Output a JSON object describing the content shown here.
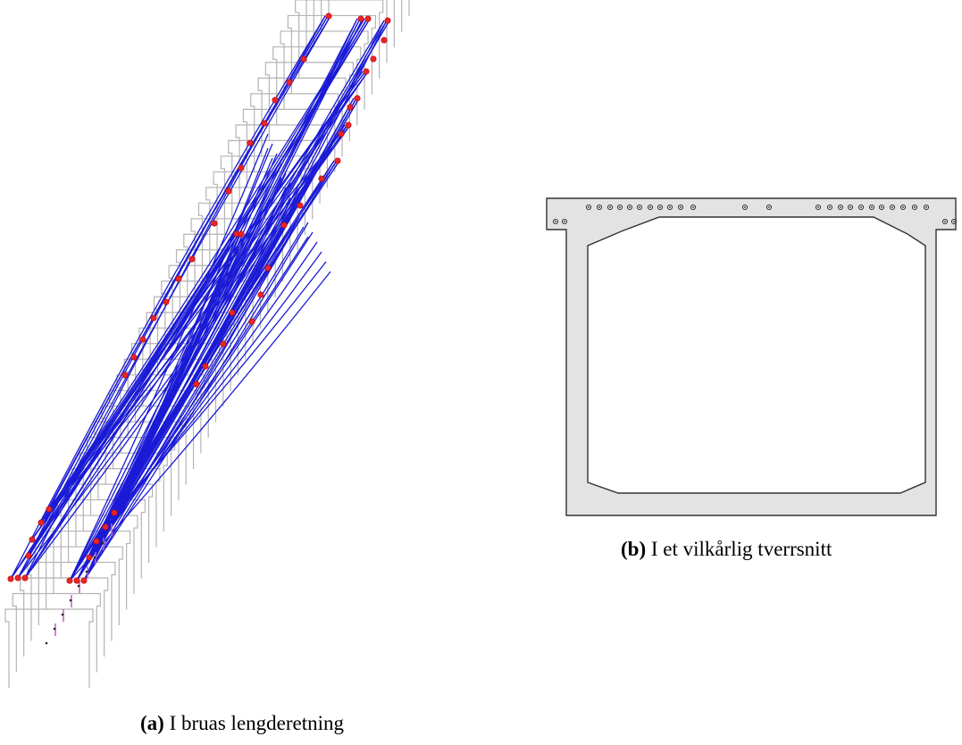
{
  "figure_a": {
    "caption_label": "(a)",
    "caption_text": " I bruas lengderetning",
    "colors": {
      "frame": "#b4b4b4",
      "tendon": "#1b1bd6",
      "anchor": "#e8262a",
      "support": "#c060c0"
    }
  },
  "figure_b": {
    "caption_label": "(b)",
    "caption_text": " I et vilkårlig tverrsnitt",
    "colors": {
      "section_fill": "#e3e3e3",
      "outline": "#333333",
      "duct": "#222222"
    }
  }
}
